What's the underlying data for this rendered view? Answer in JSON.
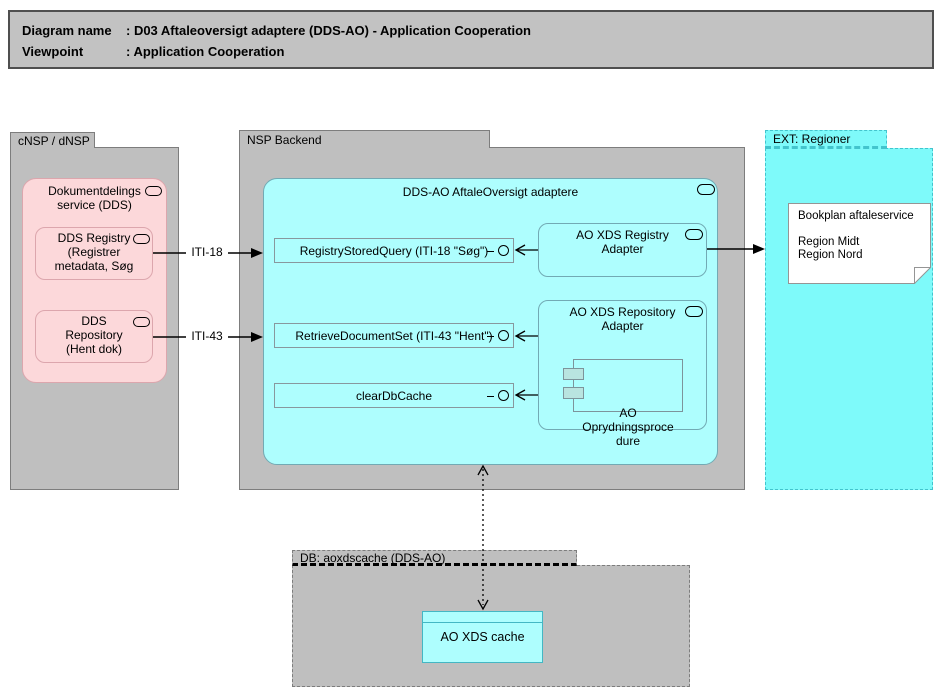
{
  "title_box": {
    "rows": [
      {
        "label": "Diagram name",
        "value": ": D03 Aftaleoversigt adaptere (DDS-AO) - Application Cooperation"
      },
      {
        "label": "Viewpoint",
        "value": ": Application Cooperation"
      }
    ]
  },
  "groups": {
    "cnsp": {
      "label": "cNSP / dNSP"
    },
    "nsp": {
      "label": "NSP Backend"
    },
    "ext": {
      "label": "EXT: Regioner"
    },
    "db": {
      "label": "DB: aoxdscache (DDS-AO)"
    }
  },
  "nodes": {
    "dds_service": {
      "label": "Dokumentdelings\nservice (DDS)"
    },
    "dds_registry": {
      "label": "DDS Registry\n(Registrer\nmetadata, Søg"
    },
    "dds_repository": {
      "label": "DDS\nRepository\n(Hent dok)"
    },
    "dds_ao": {
      "label": "DDS-AO AftaleOversigt adaptere"
    },
    "iface_registry_stored_query": {
      "label": "RegistryStoredQuery (ITI-18 \"Søg\")"
    },
    "iface_retrieve_document_set": {
      "label": "RetrieveDocumentSet (ITI-43 \"Hent\")"
    },
    "iface_clear_db_cache": {
      "label": "clearDbCache"
    },
    "ao_xds_registry_adapter": {
      "label": "AO XDS Registry\nAdapter"
    },
    "ao_xds_repository_adapter": {
      "label": "AO XDS Repository\nAdapter"
    },
    "ao_oprydningsprocedure": {
      "label": "AO\nOprydningsproce\ndure"
    },
    "ao_xds_cache": {
      "label": "AO XDS cache"
    },
    "bookplan_note": {
      "text": "Bookplan aftaleservice\n\nRegion Midt\nRegion Nord"
    }
  },
  "connectors": {
    "iti18": {
      "label": "ITI-18"
    },
    "iti43": {
      "label": "ITI-43"
    }
  },
  "colors": {
    "group_gray": "#bfbfbf",
    "group_border": "#7d7d7d",
    "pink_fill": "#fcd8da",
    "pink_border": "#dca6ad",
    "cyan_fill": "#aefefe",
    "cyan_border": "#72aab4",
    "ext_fill": "#7efafa",
    "ext_border": "#43c4cd",
    "title_fill": "#c2c2c2",
    "connector": "#000000"
  }
}
